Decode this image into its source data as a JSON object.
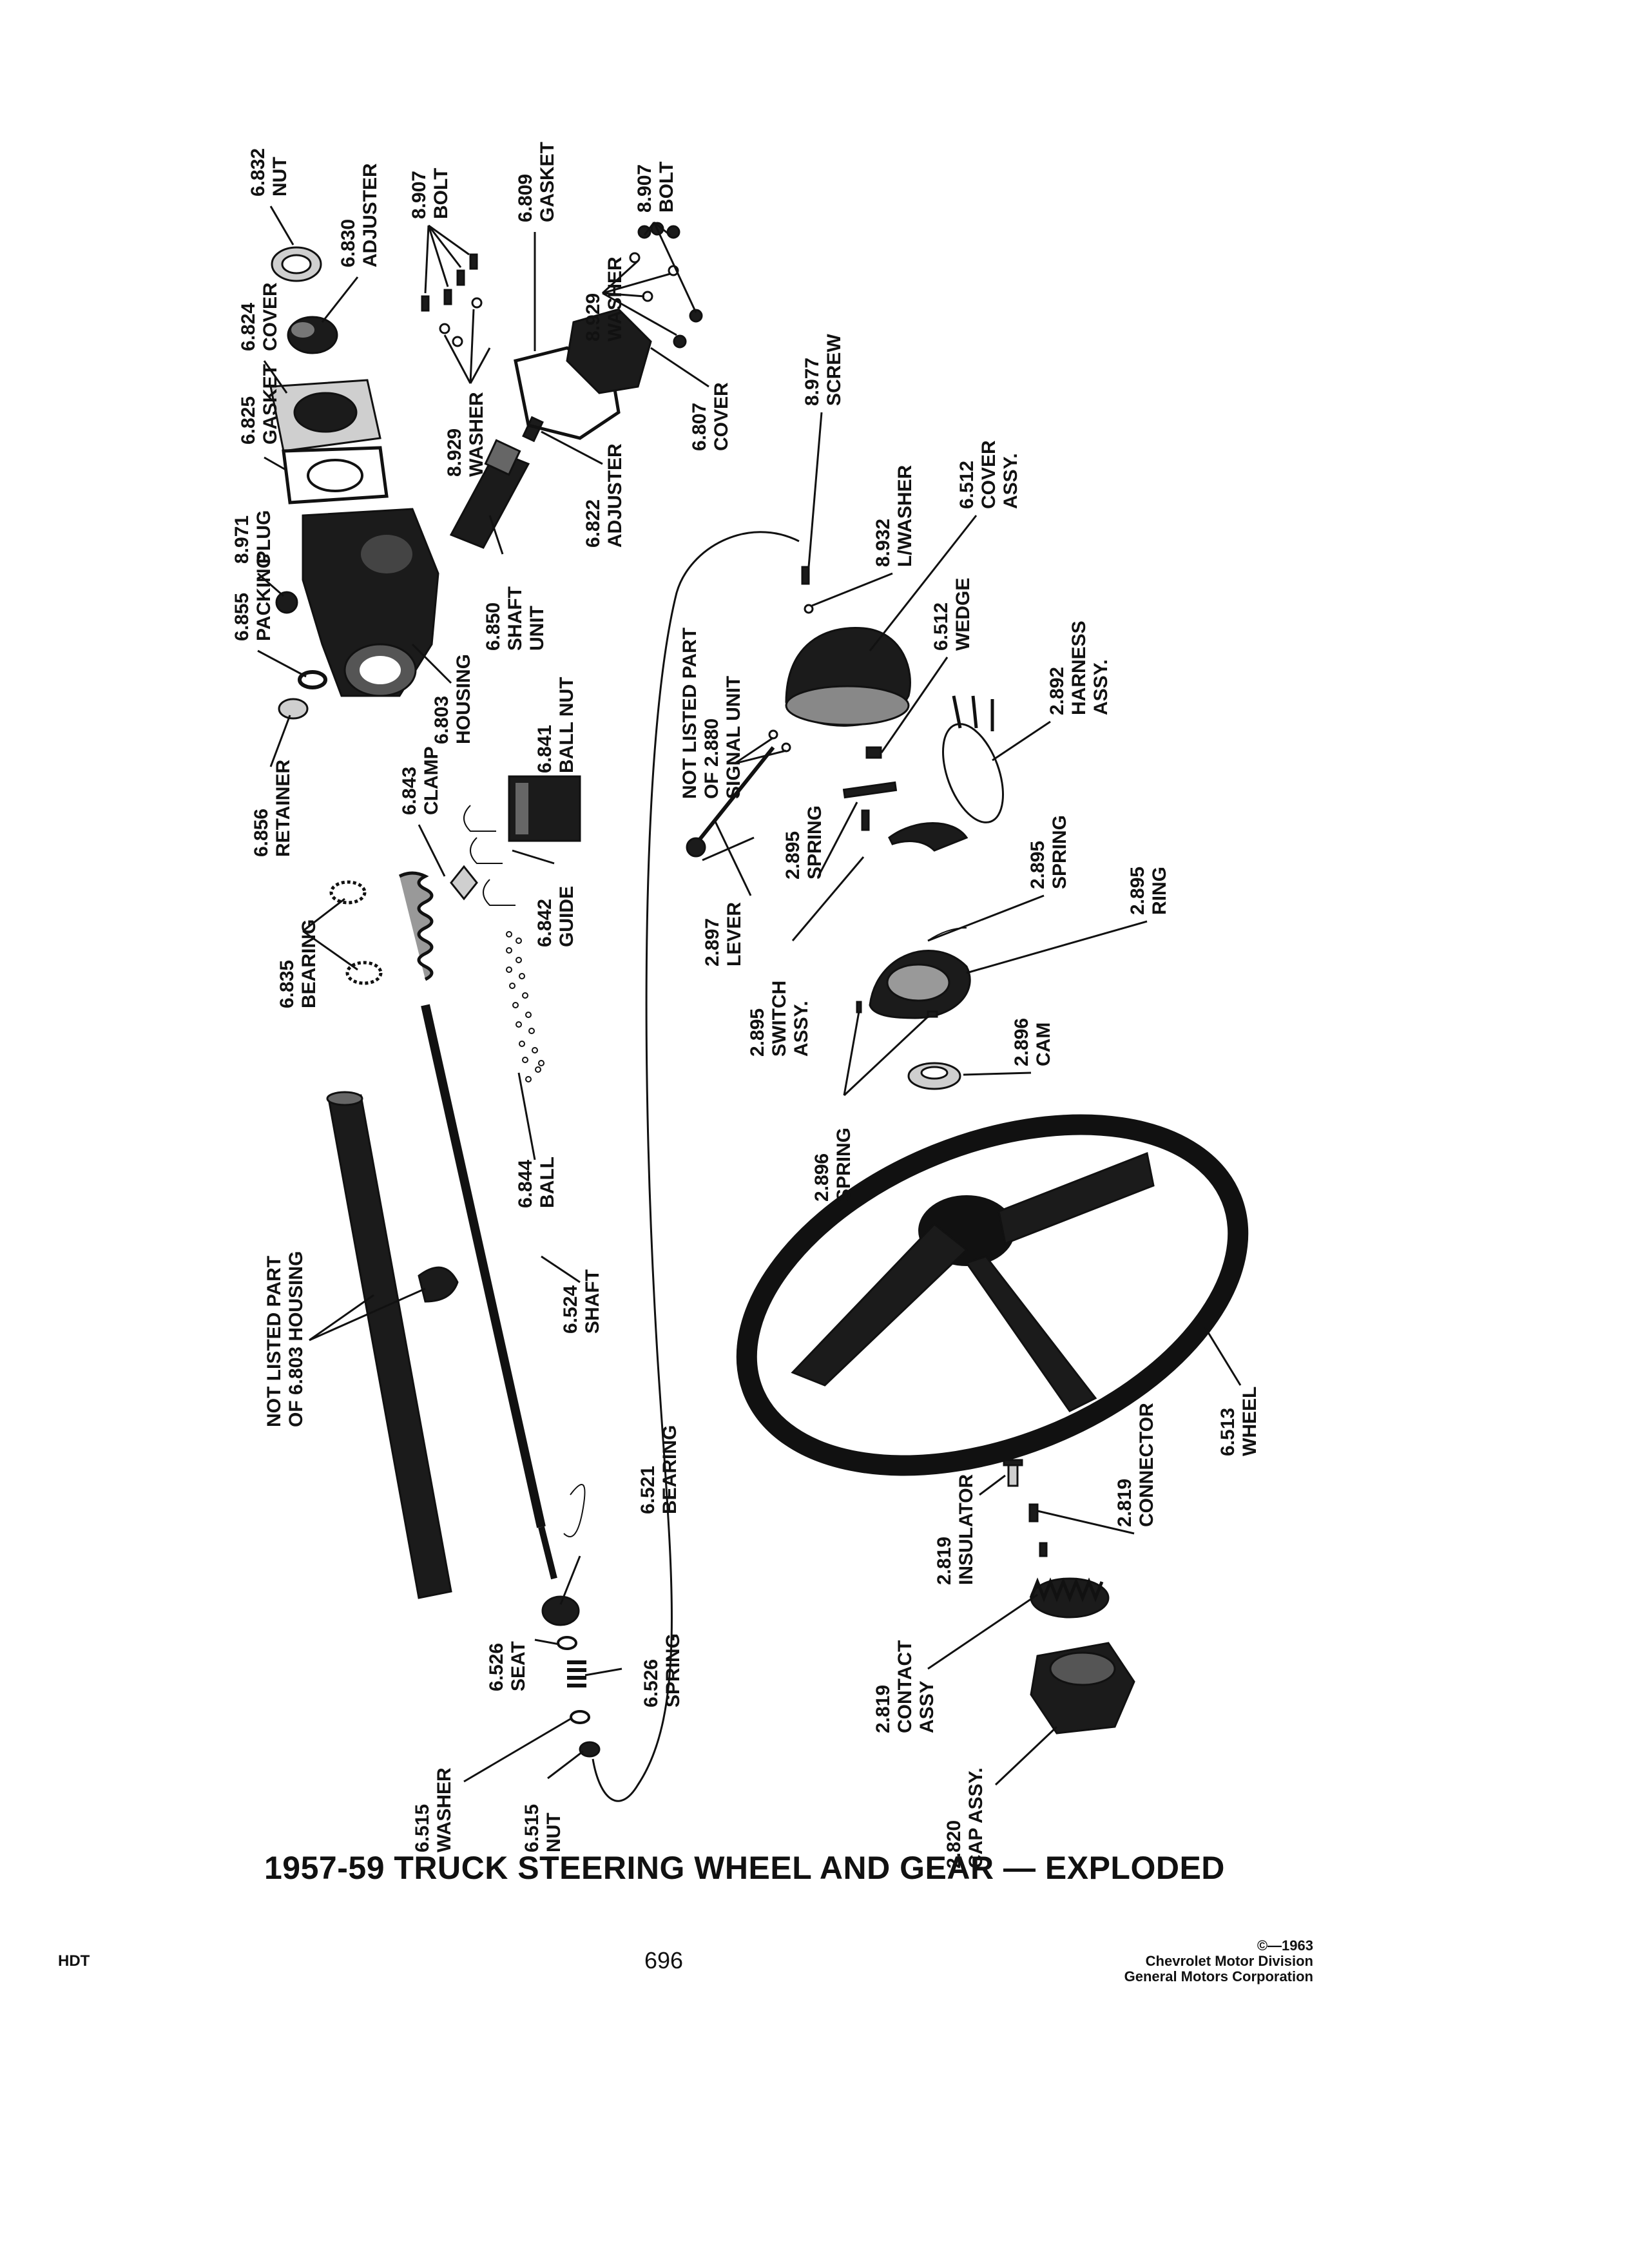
{
  "title": "1957-59 TRUCK STEERING WHEEL AND GEAR — EXPLODED",
  "footer": {
    "code": "HDT",
    "page_number": "696",
    "copyright": "©—1963",
    "credit_line1": "Chevrolet Motor Division",
    "credit_line2": "General Motors Corporation"
  },
  "parts": [
    {
      "id": "nut_6832",
      "number": "6.832",
      "name": "NUT"
    },
    {
      "id": "adjuster_6830",
      "number": "6.830",
      "name": "ADJUSTER"
    },
    {
      "id": "cover_6824",
      "number": "6.824",
      "name": "COVER"
    },
    {
      "id": "gasket_6825",
      "number": "6.825",
      "name": "GASKET"
    },
    {
      "id": "plug_8971",
      "number": "8.971",
      "name": "PLUG"
    },
    {
      "id": "packing_6855",
      "number": "6.855",
      "name": "PACKING"
    },
    {
      "id": "retainer_6856",
      "number": "6.856",
      "name": "RETAINER"
    },
    {
      "id": "bearing_6835",
      "number": "6.835",
      "name": "BEARING"
    },
    {
      "id": "bolt_8907_left",
      "number": "8.907",
      "name": "BOLT"
    },
    {
      "id": "washer_8929_left",
      "number": "8.929",
      "name": "WASHER"
    },
    {
      "id": "gasket_6809",
      "number": "6.809",
      "name": "GASKET"
    },
    {
      "id": "washer_8929_right",
      "number": "8.929",
      "name": "WASHER"
    },
    {
      "id": "bolt_8907_right",
      "number": "8.907",
      "name": "BOLT"
    },
    {
      "id": "cover_6807",
      "number": "6.807",
      "name": "COVER"
    },
    {
      "id": "adjuster_6822",
      "number": "6.822",
      "name": "ADJUSTER"
    },
    {
      "id": "shaft_unit_6850",
      "number": "6.850",
      "name": "SHAFT",
      "name2": "UNIT"
    },
    {
      "id": "housing_6803",
      "number": "6.803",
      "name": "HOUSING"
    },
    {
      "id": "ball_nut_6841",
      "number": "6.841",
      "name": "BALL NUT"
    },
    {
      "id": "clamp_6843",
      "number": "6.843",
      "name": "CLAMP"
    },
    {
      "id": "guide_6842",
      "number": "6.842",
      "name": "GUIDE"
    },
    {
      "id": "ball_6844",
      "number": "6.844",
      "name": "BALL"
    },
    {
      "id": "shaft_6524",
      "number": "6.524",
      "name": "SHAFT"
    },
    {
      "id": "bearing_6521",
      "number": "6.521",
      "name": "BEARING"
    },
    {
      "id": "seat_6526",
      "number": "6.526",
      "name": "SEAT"
    },
    {
      "id": "spring_6526",
      "number": "6.526",
      "name": "SPRING"
    },
    {
      "id": "washer_6515",
      "number": "6.515",
      "name": "WASHER"
    },
    {
      "id": "nut_6515",
      "number": "6.515",
      "name": "NUT"
    },
    {
      "id": "screw_8977",
      "number": "8.977",
      "name": "SCREW"
    },
    {
      "id": "lwasher_8932",
      "number": "8.932",
      "name": "L/WASHER"
    },
    {
      "id": "cover_assy_6512",
      "number": "6.512",
      "name": "COVER",
      "name2": "ASSY."
    },
    {
      "id": "wedge_6512",
      "number": "6.512",
      "name": "WEDGE"
    },
    {
      "id": "harness_2892",
      "number": "2.892",
      "name": "HARNESS",
      "name2": "ASSY."
    },
    {
      "id": "spring_2895_a",
      "number": "2.895",
      "name": "SPRING"
    },
    {
      "id": "lever_2897",
      "number": "2.897",
      "name": "LEVER"
    },
    {
      "id": "spring_2895_b",
      "number": "2.895",
      "name": "SPRING"
    },
    {
      "id": "ring_2895",
      "number": "2.895",
      "name": "RING"
    },
    {
      "id": "switch_2895",
      "number": "2.895",
      "name": "SWITCH",
      "name2": "ASSY."
    },
    {
      "id": "spring_2896",
      "number": "2.896",
      "name": "SPRING"
    },
    {
      "id": "cam_2896",
      "number": "2.896",
      "name": "CAM"
    },
    {
      "id": "wheel_6513",
      "number": "6.513",
      "name": "WHEEL"
    },
    {
      "id": "insulator_2819",
      "number": "2.819",
      "name": "INSULATOR"
    },
    {
      "id": "connector_2819",
      "number": "2.819",
      "name": "CONNECTOR"
    },
    {
      "id": "contact_2819",
      "number": "2.819",
      "name": "CONTACT",
      "name2": "ASSY"
    },
    {
      "id": "cap_2820",
      "number": "2.820",
      "name": "CAP ASSY."
    }
  ],
  "notes": {
    "signal_unit_line1": "NOT LISTED PART",
    "signal_unit_line2": "OF 2.880",
    "signal_unit_line3": "SIGNAL UNIT",
    "housing_line1": "NOT LISTED PART",
    "housing_line2": "OF 6.803  HOUSING"
  }
}
